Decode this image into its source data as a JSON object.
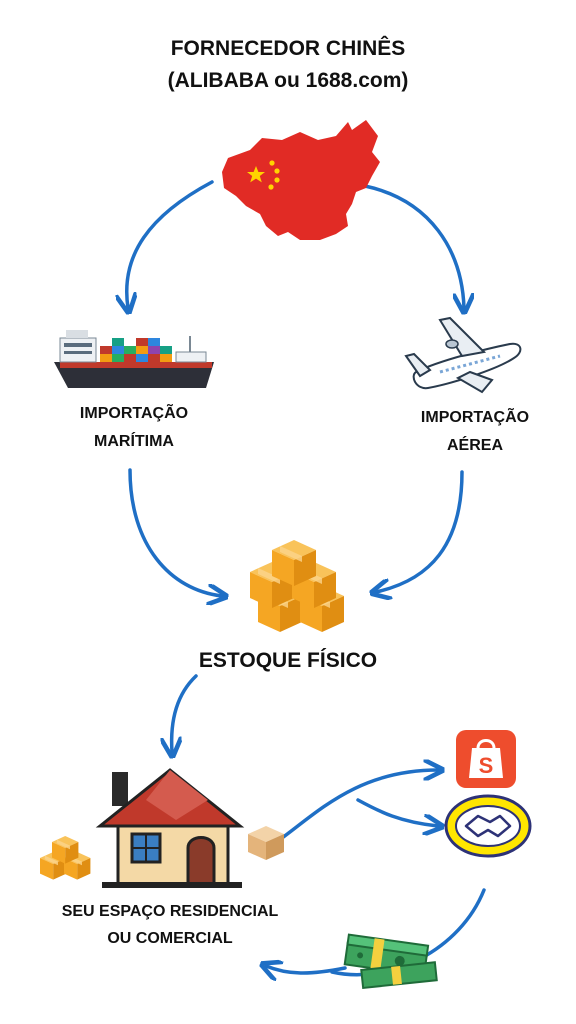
{
  "header": {
    "title_line1": "FORNECEDOR CHINÊS",
    "title_line2": "(ALIBABA ou 1688.com)"
  },
  "routes": {
    "sea": {
      "line1": "IMPORTAÇÃO",
      "line2": "MARÍTIMA",
      "icon": "container-ship-icon"
    },
    "air": {
      "line1": "IMPORTAÇÃO",
      "line2": "AÉREA",
      "icon": "airplane-icon"
    }
  },
  "stock": {
    "label": "ESTOQUE FÍSICO",
    "icon": "boxes-icon"
  },
  "destination": {
    "line1": "SEU ESPAÇO RESIDENCIAL",
    "line2": "OU COMERCIAL",
    "icon": "house-icon"
  },
  "marketplaces": [
    {
      "name": "shopee-logo",
      "letter": "S",
      "color": "#ee4d2d"
    },
    {
      "name": "mercado-livre-logo",
      "color": "#ffe600"
    }
  ],
  "colors": {
    "arrow": "#1f6fc5",
    "china": "#e12b25",
    "box": "#f5a623"
  }
}
